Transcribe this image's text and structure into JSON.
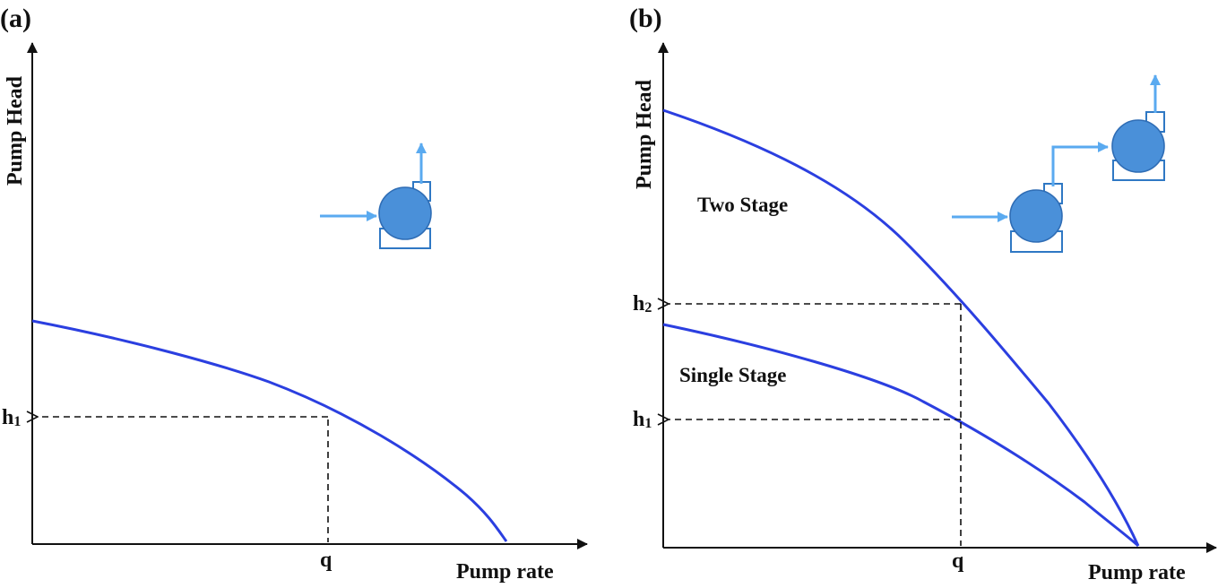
{
  "panels": [
    {
      "label": "(a)",
      "y_axis_label": "Pump Head",
      "x_axis_label": "Pump rate",
      "x_tick": "q",
      "y_ticks": [
        {
          "sym": "h",
          "sub": "1"
        }
      ],
      "curve_labels": []
    },
    {
      "label": "(b)",
      "y_axis_label": "Pump Head",
      "x_axis_label": "Pump rate",
      "x_tick": "q",
      "y_ticks": [
        {
          "sym": "h",
          "sub": "2"
        },
        {
          "sym": "h",
          "sub": "1"
        }
      ],
      "curve_labels": [
        "Two Stage",
        "Single Stage"
      ]
    }
  ],
  "colors": {
    "curve": "#2b3fe0",
    "pump_fill": "#4a90d9",
    "pump_stroke": "#2f78c4",
    "flow_arrow": "#5aaaf0"
  },
  "icons": [
    "single-pump-icon",
    "two-stage-pump-icon"
  ]
}
